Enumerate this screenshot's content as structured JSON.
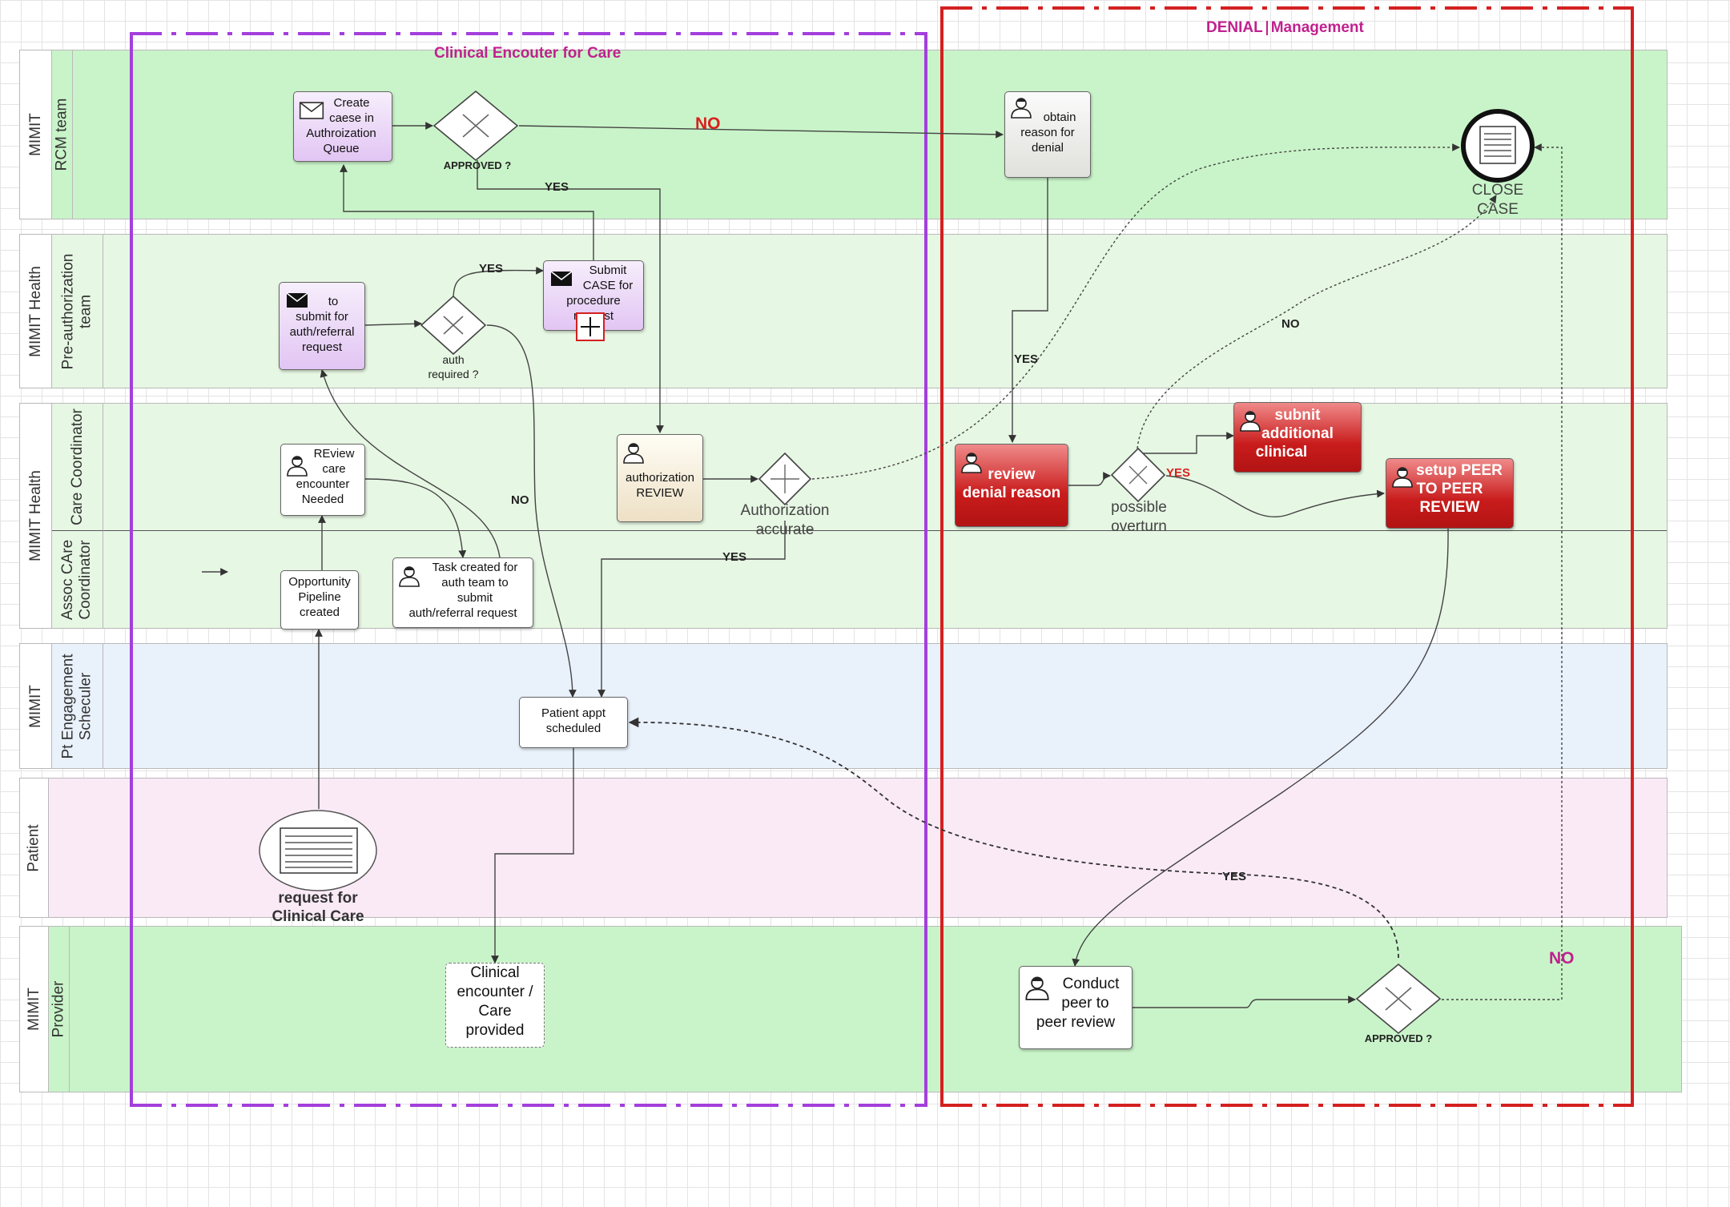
{
  "groups": {
    "clinical": "Clinical Encouter for Care",
    "denial_part1": "DENIAL",
    "denial_part2": "Management"
  },
  "pools": [
    {
      "name": "MIMIT",
      "lanes": [
        "RCM team"
      ]
    },
    {
      "name": "MIMIT Health",
      "lanes": [
        "Pre-authorization team"
      ]
    },
    {
      "name": "MIMIT Health",
      "lanes": [
        "Care Coordinator",
        "Assoc CAre Coordinator"
      ]
    },
    {
      "name": "MIMIT",
      "lanes": [
        "Pt Engagement Scheculer"
      ]
    },
    {
      "name": "Patient",
      "lanes": []
    },
    {
      "name": "MIMIT",
      "lanes": [
        "Provider"
      ]
    }
  ],
  "lane_label_lines": {
    "preauth": [
      "Pre-authorization",
      "team"
    ],
    "care_coord": [
      "Care Coordinator"
    ],
    "assoc": [
      "Assoc CAre",
      "Coordinator"
    ],
    "pt_eng": [
      "Pt Engagement",
      "Scheculer"
    ]
  },
  "tasks": {
    "create_case": [
      "Create",
      "caese in",
      "Authroization",
      "Queue"
    ],
    "obtain_reason": [
      "obtain",
      "reason for",
      "denial"
    ],
    "to_submit": [
      "to",
      "submit for",
      "auth/referral",
      "request"
    ],
    "submit_case": [
      "Submit",
      "CASE for",
      "procedure",
      "request"
    ],
    "review_care": [
      "REview",
      "care",
      "encounter",
      "Needed"
    ],
    "auth_review": [
      "authorization",
      "REVIEW"
    ],
    "review_denial": [
      "review",
      "denial reason"
    ],
    "submit_additional": [
      "subnit",
      "additional",
      "clinical"
    ],
    "setup_peer": [
      "setup PEER",
      "TO PEER",
      "REVIEW"
    ],
    "opportunity": [
      "Opportunity",
      "Pipeline",
      "created"
    ],
    "task_created": [
      "Task created for",
      "auth team to",
      "submit",
      "auth/referral request"
    ],
    "patient_appt": [
      "Patient appt",
      "scheduled"
    ],
    "clinical_encounter": [
      "Clinical",
      "encounter /",
      "Care",
      "provided"
    ],
    "conduct_peer": [
      "Conduct",
      "peer to",
      "peer review"
    ]
  },
  "gateways": {
    "approved_1": "APPROVED ?",
    "auth_required": [
      "auth",
      "required  ?"
    ],
    "auth_accurate": [
      "Authorization",
      "accurate"
    ],
    "possible_overturn": [
      "possible",
      "overturn"
    ],
    "approved_2": "APPROVED ?"
  },
  "events": {
    "close_case": [
      "CLOSE",
      "CASE"
    ],
    "request_clinical": [
      "request   for",
      "Clinical Care"
    ]
  },
  "flow_labels": {
    "no_rcm": "NO",
    "yes_approved": "YES",
    "yes_auth_required": "YES",
    "no_auth_required": "NO",
    "yes_accurate": "YES",
    "yes_obtain": "YES",
    "no_overturn": "NO",
    "yes_overturn": "YES",
    "yes_approved2": "YES",
    "no_approved2": "NO"
  },
  "colors": {
    "lane_green": "#c9f4c9",
    "lane_lightgreen": "#e6f7e3",
    "lane_blue": "#e9f1fb",
    "lane_pink": "#faeaf6",
    "group_purple": "#a33fdc",
    "group_red": "#d42020",
    "accent_pink": "#c0218f"
  },
  "icons": {
    "envelope": "envelope-icon",
    "user": "user-icon",
    "plus": "plus-marker-icon",
    "document": "document-icon",
    "gateway": "exclusive-gateway-icon"
  }
}
